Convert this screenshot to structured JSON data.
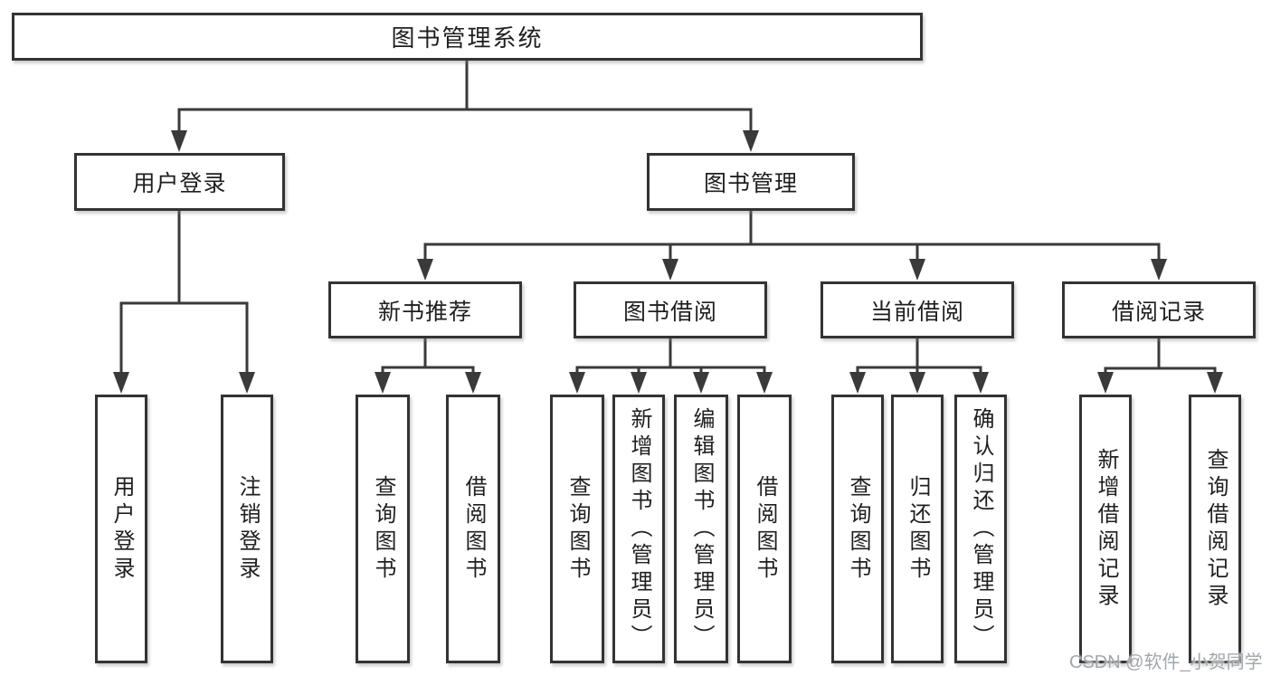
{
  "diagram": {
    "root": {
      "label": "图书管理系统"
    },
    "branches": [
      {
        "label": "用户登录",
        "children": [
          {
            "label": "用户登录"
          },
          {
            "label": "注销登录"
          }
        ]
      },
      {
        "label": "图书管理",
        "children": [
          {
            "label": "新书推荐",
            "children": [
              {
                "label": "查询图书"
              },
              {
                "label": "借阅图书"
              }
            ]
          },
          {
            "label": "图书借阅",
            "children": [
              {
                "label": "查询图书"
              },
              {
                "label": "新增图书（管理员）"
              },
              {
                "label": "编辑图书（管理员）"
              },
              {
                "label": "借阅图书"
              }
            ]
          },
          {
            "label": "当前借阅",
            "children": [
              {
                "label": "查询图书"
              },
              {
                "label": "归还图书"
              },
              {
                "label": "确认归还（管理员）"
              }
            ]
          },
          {
            "label": "借阅记录",
            "children": [
              {
                "label": "新增借阅记录"
              },
              {
                "label": "查询借阅记录"
              }
            ]
          }
        ]
      }
    ]
  },
  "watermark": {
    "text": "CSDN @软件_小贺同学"
  },
  "colors": {
    "line": "#3a3a3a",
    "box_border": "#333333",
    "text": "#1f1f1f",
    "watermark": "#a2a7ad",
    "background": "#ffffff"
  }
}
